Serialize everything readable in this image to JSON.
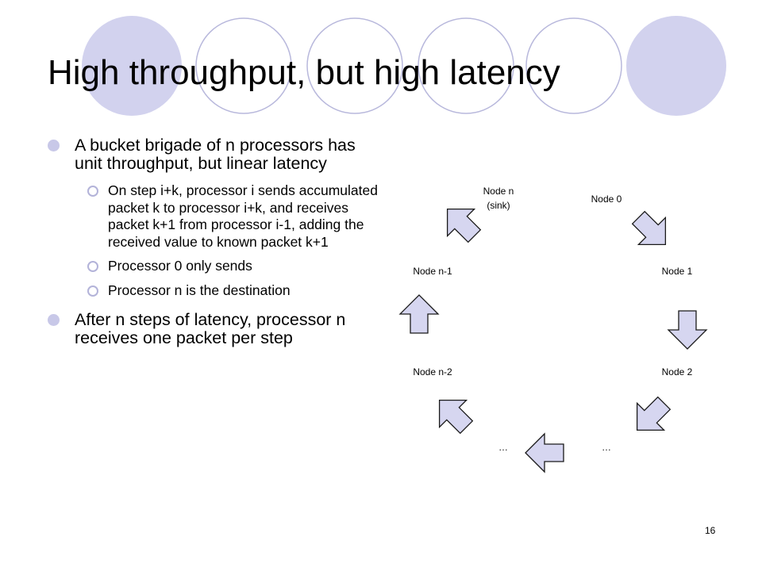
{
  "slide": {
    "title": "High throughput, but high latency",
    "page_number": "16"
  },
  "bullets": {
    "b1": "A bucket brigade of n processors has unit throughput, but linear latency",
    "b1_sub": [
      "On step i+k, processor i sends accumulated packet k to processor i+k, and receives packet k+1 from processor i-1, adding the received value to known packet k+1",
      "Processor 0 only sends",
      "Processor n is the destination"
    ],
    "b2": "After n steps of latency, processor n receives one packet per step"
  },
  "diagram": {
    "nodes": {
      "sink_line1": "Node n",
      "sink_line2": "(sink)",
      "node0": "Node 0",
      "node1": "Node 1",
      "node2": "Node 2",
      "ellipsis_right": "…",
      "ellipsis_left": "…",
      "node_n2": "Node n-2",
      "node_n1": "Node n-1"
    }
  },
  "colors": {
    "decor_circle_fill": "#d2d2ee",
    "bullet": "#c8c8e8",
    "arrow_fill": "#d6d6f0",
    "arrow_stroke": "#1a1a1a"
  }
}
